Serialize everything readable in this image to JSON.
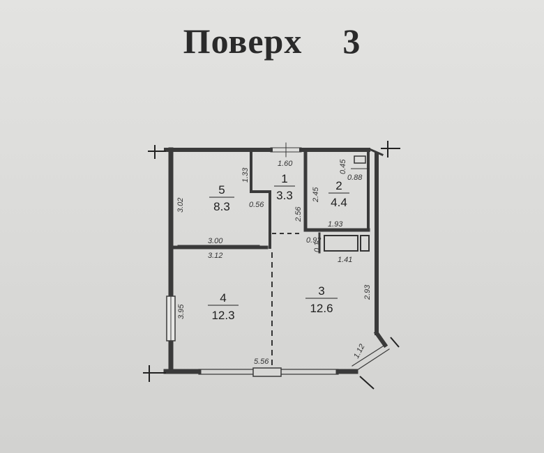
{
  "header": {
    "word": "Поверх",
    "floor": "3"
  },
  "rooms": [
    {
      "number": "1",
      "area": "3.3"
    },
    {
      "number": "2",
      "area": "4.4"
    },
    {
      "number": "3",
      "area": "12.6"
    },
    {
      "number": "4",
      "area": "12.3"
    },
    {
      "number": "5",
      "area": "8.3"
    }
  ],
  "dimensions": {
    "d_1_60": "1.60",
    "d_1_33": "1.33",
    "d_3_02": "3.02",
    "d_0_56": "0.56",
    "d_2_56": "2.56",
    "d_2_45": "2.45",
    "d_0_45": "0.45",
    "d_0_88": "0.88",
    "d_1_93": "1.93",
    "d_3_00": "3.00",
    "d_3_12": "3.12",
    "d_0_92": "0.92",
    "d_0_1": "0.1",
    "d_1_41": "1.41",
    "d_3_95": "3.95",
    "d_2_93": "2.93",
    "d_5_56": "5.56",
    "d_1_12": "1.12"
  }
}
